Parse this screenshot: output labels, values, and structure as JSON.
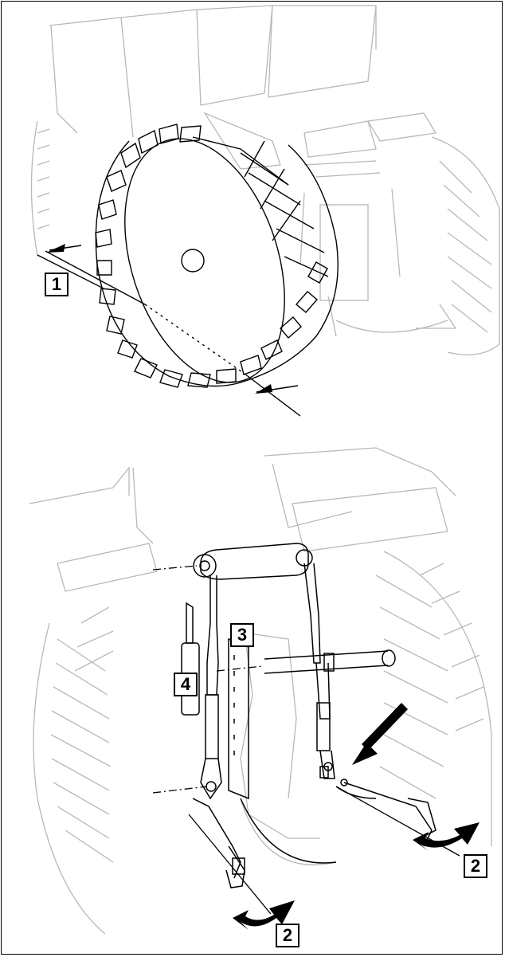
{
  "figure": {
    "top_panel": {
      "callouts": [
        "1"
      ]
    },
    "bottom_panel": {
      "callouts": [
        "3",
        "4",
        "2",
        "2"
      ]
    }
  },
  "colors": {
    "line": "#000000",
    "ghost": "#b5b5b5"
  }
}
